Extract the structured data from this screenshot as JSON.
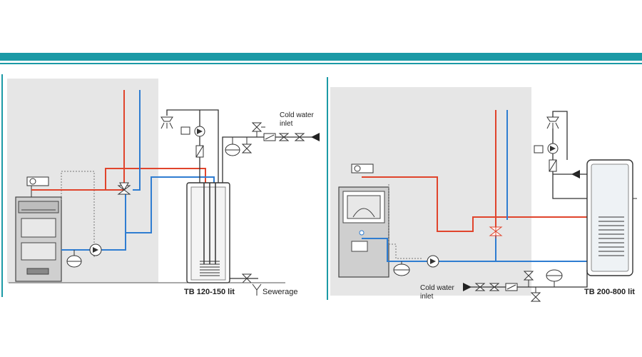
{
  "left": {
    "tank_label": "TB 120-150 lit",
    "sewerage_label": "Sewerage",
    "cold_water_line1": "Cold water",
    "cold_water_line2": "inlet"
  },
  "right": {
    "tank_label": "TB 200-800 lit",
    "cold_water_line1": "Cold water",
    "cold_water_line2": "inlet"
  },
  "colors": {
    "accent": "#1b9aa6",
    "hot": "#e0442c",
    "cold": "#2f7dd1",
    "line": "#333333",
    "room": "#e6e6e6"
  }
}
